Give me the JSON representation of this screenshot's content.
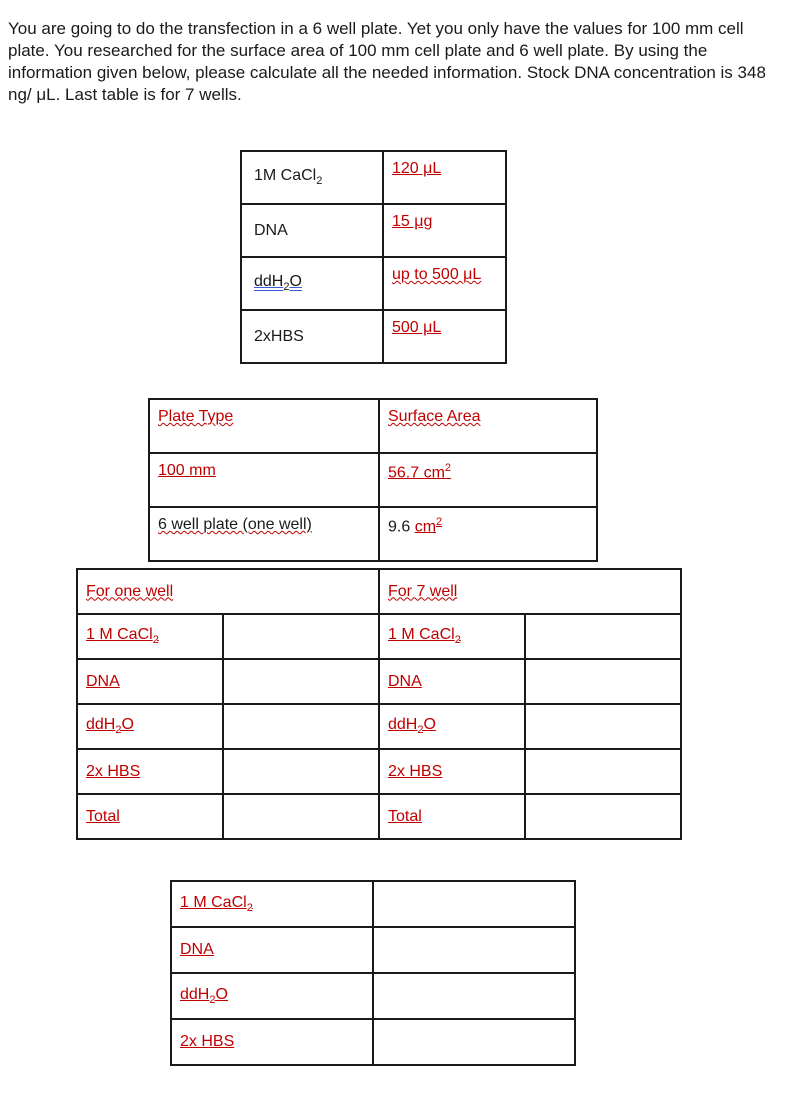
{
  "intro": {
    "text": "You are going to do the transfection in a 6 well plate. Yet you only have the values for 100 mm cell plate. You researched for the surface area of 100 mm cell plate and 6 well plate. By using the information given below, please calculate all the needed information. Stock DNA concentration is 348 ng/ μL. Last table is for 7 wells."
  },
  "recipe": {
    "rows": [
      {
        "label": "1M CaCl",
        "sub": "2",
        "value": "120 μL"
      },
      {
        "label": "DNA",
        "sub": "",
        "value": "15 μg"
      },
      {
        "label": "ddH",
        "sub": "2",
        "label_tail": "O",
        "value": "up to 500 μL"
      },
      {
        "label": "2xHBS",
        "sub": "",
        "value": "500 μL"
      }
    ]
  },
  "surface": {
    "header": {
      "c1": "Plate Type",
      "c2": "Surface Area"
    },
    "rows": [
      {
        "c1": "100 mm",
        "c2": "56.7 cm",
        "sup": "2"
      },
      {
        "c1": "6 well plate (one well)",
        "c2_a": "9.6 ",
        "c2_b": "cm",
        "sup": "2"
      }
    ]
  },
  "calc": {
    "header_left": "For one well",
    "header_right": "For 7 well",
    "rows": [
      {
        "left": "1 M CaCl",
        "left_sub": "2",
        "right": "1 M CaCl",
        "right_sub": "2"
      },
      {
        "left": "DNA",
        "right": "DNA"
      },
      {
        "left": "ddH",
        "left_sub": "2",
        "left_tail": "O",
        "right": "ddH",
        "right_sub": "2",
        "right_tail": "O"
      },
      {
        "left": "2x HBS",
        "right": "2x HBS"
      },
      {
        "left": "Total",
        "right": "Total"
      }
    ]
  },
  "last": {
    "rows": [
      {
        "label": "1 M CaCl",
        "sub": "2"
      },
      {
        "label": "DNA"
      },
      {
        "label": "ddH",
        "sub": "2",
        "tail": "O"
      },
      {
        "label": "2x HBS"
      }
    ]
  }
}
